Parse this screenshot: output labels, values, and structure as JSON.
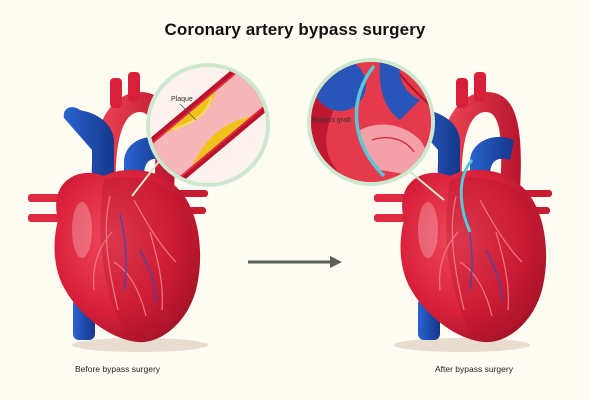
{
  "title": "Coronary artery bypass surgery",
  "captions": {
    "before": "Before bypass surgery",
    "after": "After bypass surgery"
  },
  "labels": {
    "plaque": "Plaque",
    "graft": "Bypass graft"
  },
  "colors": {
    "background": "#fffcf3",
    "heart": "#d9203a",
    "vein": "#1d4fb3",
    "plaque": "#f1c21b",
    "graft": "#5bc6d6",
    "arrow": "#5b6057",
    "lens_ring": "#cde8cf"
  },
  "icons": {
    "arrow": "right-arrow-icon"
  }
}
